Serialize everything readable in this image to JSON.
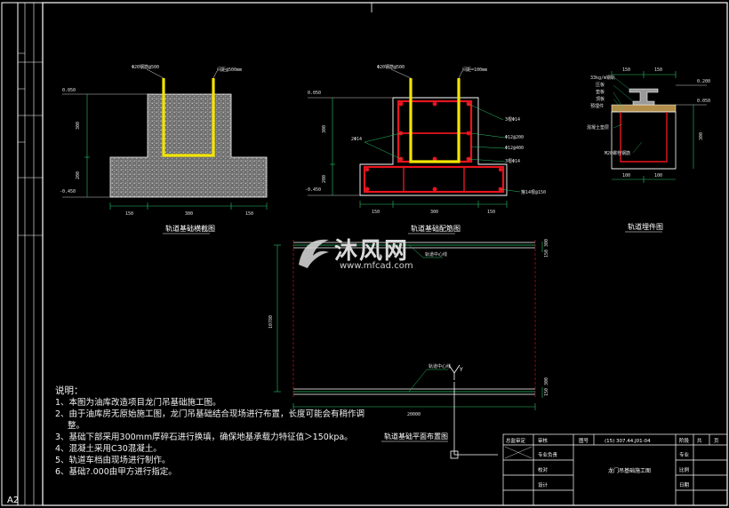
{
  "sheet": {
    "size_label": "A2",
    "colors": {
      "background": "#000000",
      "line": "#ffffff",
      "rebar_yellow": "#f2e400",
      "rebar_red": "#e8141e",
      "dim_green": "#29c36a",
      "concrete": "#9a9a9a"
    }
  },
  "views": {
    "section1": {
      "title": "轨道基础横截图",
      "rebar_label": "Φ20钢筋@500",
      "bolt_label": "间距@500mm",
      "elev_top": "0.050",
      "elev_bottom": "-0.450",
      "dims_side": [
        "300",
        "200"
      ],
      "dims_bottom": [
        "150",
        "300",
        "150"
      ]
    },
    "section2": {
      "title": "轨道基础配筋图",
      "rebar_label": "Φ20钢筋@500",
      "bolt_label": "间距=100mm",
      "elev_top": "0.050",
      "elev_bottom": "-0.450",
      "dims_side": [
        "300",
        "200"
      ],
      "dims_bottom": [
        "150",
        "300",
        "150"
      ],
      "callouts": [
        "3根Φ14",
        "2Φ14",
        "Φ12@200",
        "Φ12@400",
        "3根Φ14",
        "箍14根@150"
      ]
    },
    "rail": {
      "title": "轨道埋件图",
      "dims_top": [
        "150",
        "150"
      ],
      "dims_side": [
        "0.200",
        "0.050"
      ],
      "dim_height": "300",
      "dims_bottom": [
        "100",
        "100"
      ],
      "labels": [
        "33kg/m钢轨",
        "压板",
        "垫板",
        "顶板",
        "预埋件",
        "混凝土垫层",
        "M20螺栓钢筋"
      ]
    },
    "plan": {
      "title": "轨道基础平面布置图",
      "dim_length": "20000",
      "dim_width": "10780",
      "dim_side": "150 300",
      "rail_label": "轨道中心线",
      "axis_label": "Y"
    }
  },
  "notes": {
    "heading": "说明：",
    "items": [
      "1、本图为油库改造项目龙门吊基础施工图。",
      "2、由于油库房无原始施工图，龙门吊基础结合现场进行布置，长度可能会有稍作调",
      "整。",
      "3、基础下部采用300mm厚碎石进行换填，确保地基承载力特征值＞150kpa。",
      "4、混凝土采用C30混凝土。",
      "5、轨道车档由现场进行制作。",
      "6、基础?.000由甲方进行指定。"
    ]
  },
  "title_block": {
    "left_labels": [
      "总监审定",
      "审核",
      "专业负责",
      "校对",
      "设计"
    ],
    "label_tuhao": "图号",
    "drawing_number": "(15) 307.44.J01-04",
    "drawing_title": "龙门吊基础施工图",
    "right_head": [
      "阶段",
      "共",
      "页"
    ],
    "right_rows": [
      "专业",
      "比例",
      "日期"
    ]
  },
  "watermark": {
    "brand": "沐风网",
    "url": "www.mfcad.com"
  }
}
